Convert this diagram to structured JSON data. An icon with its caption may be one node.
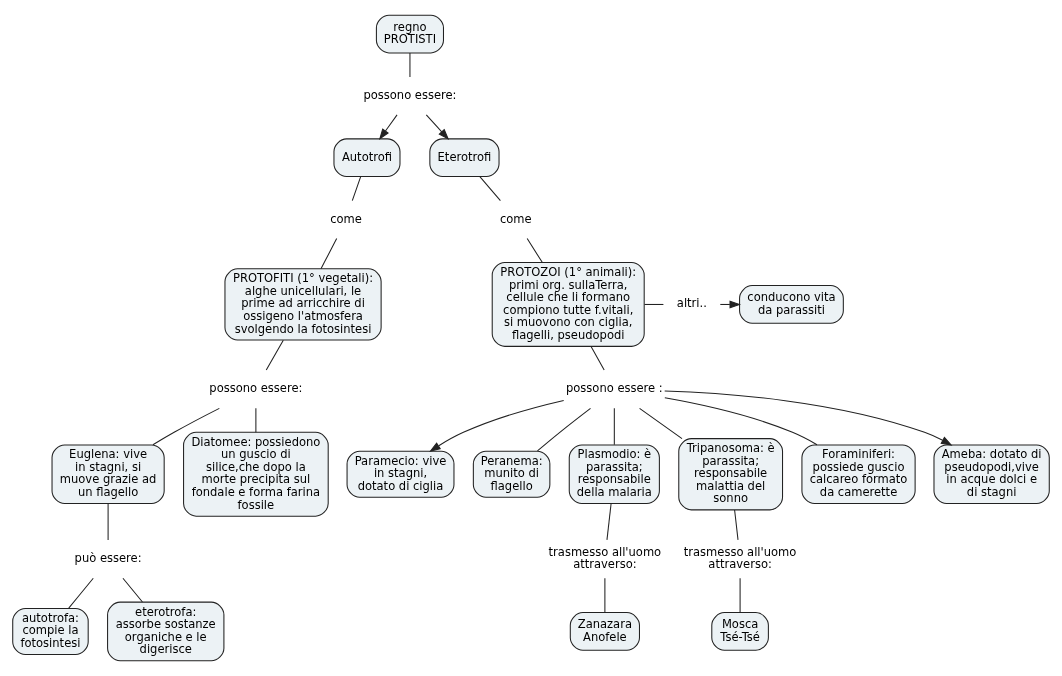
{
  "diagram": {
    "nodes": [
      {
        "text": [
          "regno PROTISTI"
        ]
      },
      {
        "text": [
          "possono essere:"
        ]
      },
      {
        "text": [
          "Autotrofi"
        ]
      },
      {
        "text": [
          "Eterotrofi"
        ]
      },
      {
        "text": [
          "come"
        ]
      },
      {
        "text": [
          "come"
        ]
      },
      {
        "text": [
          "PROTOFITI (1° vegetali): alghe unicellulari, le prime ad arricchire di ossigeno l'atmosfera svolgendo la fotosintesi"
        ]
      },
      {
        "text": [
          "PROTOZOI (1° animali): primi org. sullaTerra, cellule che li formano compiono tutte f.vitali, si muovono con ciglia, flagelli, pseudopodi"
        ]
      },
      {
        "text": [
          "altri.."
        ]
      },
      {
        "text": [
          "conducono vita da parassiti"
        ]
      },
      {
        "text": [
          "possono essere:"
        ]
      },
      {
        "text": [
          "possono essere :"
        ]
      },
      {
        "text": [
          "Paramecio: vive in stagni, dotato di ciglia"
        ]
      },
      {
        "text": [
          "Euglena: vive in stagni, si muove grazie ad un flagello"
        ]
      },
      {
        "text": [
          "Diatomee: possiedono un guscio di silice,che dopo la morte precipita sul fondale e forma farina fossile"
        ]
      },
      {
        "text": [
          "Ameba: dotato di pseudopodi,vive in acque dolci e di stagni"
        ]
      },
      {
        "text": [
          "Peranema: munito di flagello"
        ]
      },
      {
        "text": [
          "Foraminiferi: possiede guscio calcareo formato da camerette"
        ]
      },
      {
        "text": [
          "Plasmodio: è parassita; responsabile della malaria"
        ]
      },
      {
        "text": [
          "Tripanosoma: è parassita; responsabile malattia del sonno"
        ]
      },
      {
        "text": [
          "può essere:"
        ]
      },
      {
        "text": [
          "autotrofa: compie la fotosintesi"
        ]
      },
      {
        "text": [
          "eterotrofa: assorbe sostanze organiche e le digerisce"
        ]
      },
      {
        "text": [
          "trasmesso all'uomo attraverso:"
        ]
      },
      {
        "text": [
          "trasmesso all'uomo attraverso:"
        ]
      },
      {
        "text": [
          "Zanazara Anofele"
        ]
      },
      {
        "text": [
          "Mosca Tsé-Tsé"
        ]
      }
    ],
    "edges": [
      {
        "from": 0,
        "to": 1,
        "arrow": "none"
      },
      {
        "from": 1,
        "to": 2,
        "arrow": "to"
      },
      {
        "from": 1,
        "to": 3,
        "arrow": "to"
      },
      {
        "from": 2,
        "to": 4,
        "arrow": "none"
      },
      {
        "from": 4,
        "to": 6,
        "arrow": "none"
      },
      {
        "from": 3,
        "to": 5,
        "arrow": "none"
      },
      {
        "from": 5,
        "to": 7,
        "arrow": "none"
      },
      {
        "from": 7,
        "to": 8,
        "arrow": "none"
      },
      {
        "from": 8,
        "to": 9,
        "arrow": "to"
      },
      {
        "from": 6,
        "to": 10,
        "arrow": "none"
      },
      {
        "from": 10,
        "to": 13,
        "arrow": "none"
      },
      {
        "from": 10,
        "to": 14,
        "arrow": "none"
      },
      {
        "from": 7,
        "to": 11,
        "arrow": "none"
      },
      {
        "from": 11,
        "to": 12,
        "arrow": "to"
      },
      {
        "from": 11,
        "to": 16,
        "arrow": "none"
      },
      {
        "from": 11,
        "to": 18,
        "arrow": "none"
      },
      {
        "from": 11,
        "to": 19,
        "arrow": "none"
      },
      {
        "from": 11,
        "to": 17,
        "arrow": "none"
      },
      {
        "from": 11,
        "to": 15,
        "arrow": "to"
      },
      {
        "from": 13,
        "to": 20,
        "arrow": "none"
      },
      {
        "from": 20,
        "to": 21,
        "arrow": "none"
      },
      {
        "from": 20,
        "to": 22,
        "arrow": "none"
      },
      {
        "from": 18,
        "to": 23,
        "arrow": "none"
      },
      {
        "from": 23,
        "to": 25,
        "arrow": "none"
      },
      {
        "from": 19,
        "to": 24,
        "arrow": "none"
      },
      {
        "from": 24,
        "to": 26,
        "arrow": "none"
      }
    ]
  }
}
